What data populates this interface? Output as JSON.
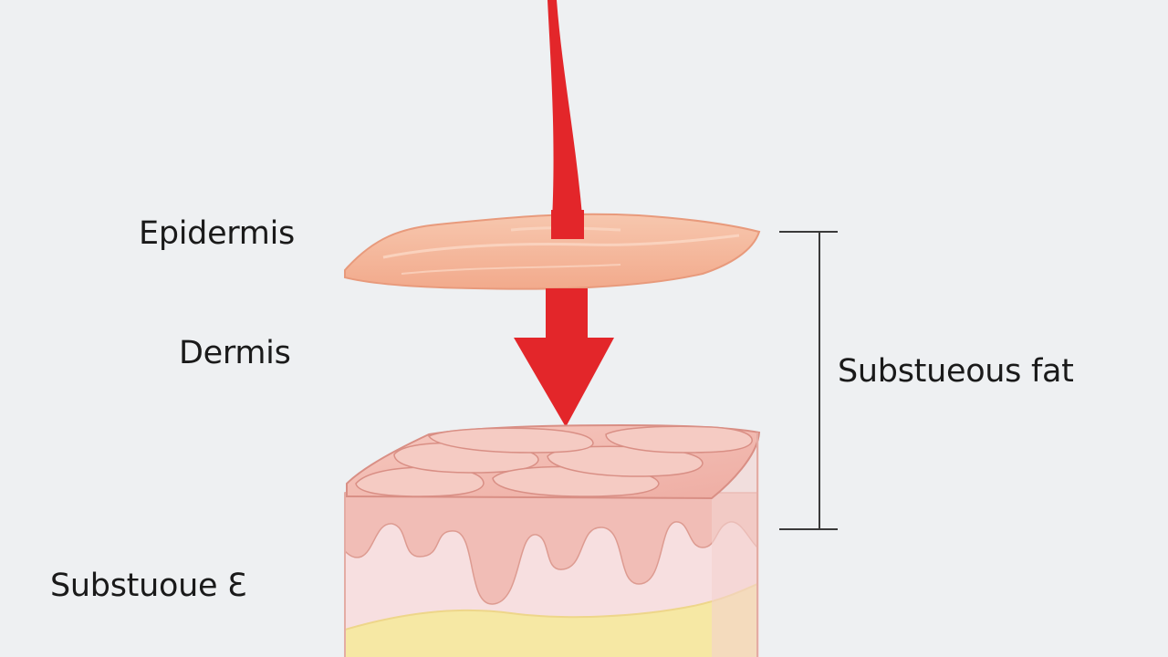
{
  "labels": {
    "epidermis": "Epidermis",
    "dermis": "Dermis",
    "subcutaneous_fat": "Substueous fat",
    "subcutaneous_partial": "Substuoue Ɛ"
  },
  "icons": {
    "arrow": "down-arrow-icon",
    "bracket": "bracket"
  },
  "colors": {
    "background": "#eef0f2",
    "arrow": "#e3262a",
    "epidermis_fill": "#f4b69c",
    "dermis_top": "#f3b8ae",
    "dermis_side": "#f1bdb6",
    "dermis_lower": "#f7dfe0",
    "fat": "#f6e8a4",
    "bracket": "#3a3a3a"
  }
}
